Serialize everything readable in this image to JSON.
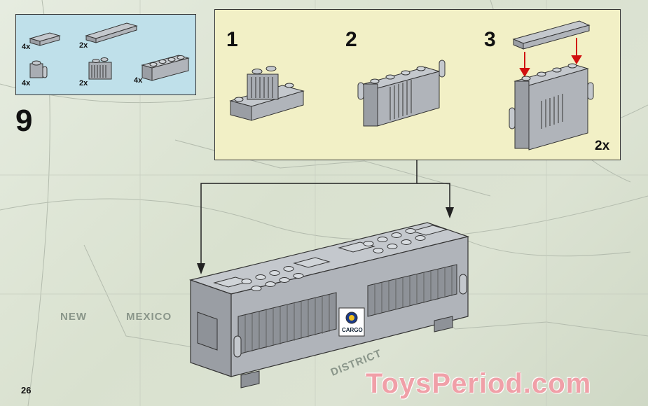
{
  "step_number": "9",
  "page_number": "26",
  "parts": [
    {
      "qty": "4x",
      "part": "plate-1x2"
    },
    {
      "qty": "2x",
      "part": "plate-1x6"
    },
    {
      "qty": "4x",
      "part": "brick-1x1-with-clip"
    },
    {
      "qty": "2x",
      "part": "grille-brick-1x2"
    },
    {
      "qty": "4x",
      "part": "brick-1x4"
    }
  ],
  "substeps": [
    "1",
    "2",
    "3"
  ],
  "substep_multiplier": "2x",
  "sticker_text": "CARGO",
  "map_labels": [
    "NEW",
    "MEXICO",
    "DISTRICT"
  ],
  "watermark": "ToysPeriod.com",
  "colors": {
    "part_grey": "#a9adb3",
    "callout_yellow": "#f2f0c6",
    "parts_blue": "#bfe0ea",
    "arrow_red": "#d01010"
  }
}
